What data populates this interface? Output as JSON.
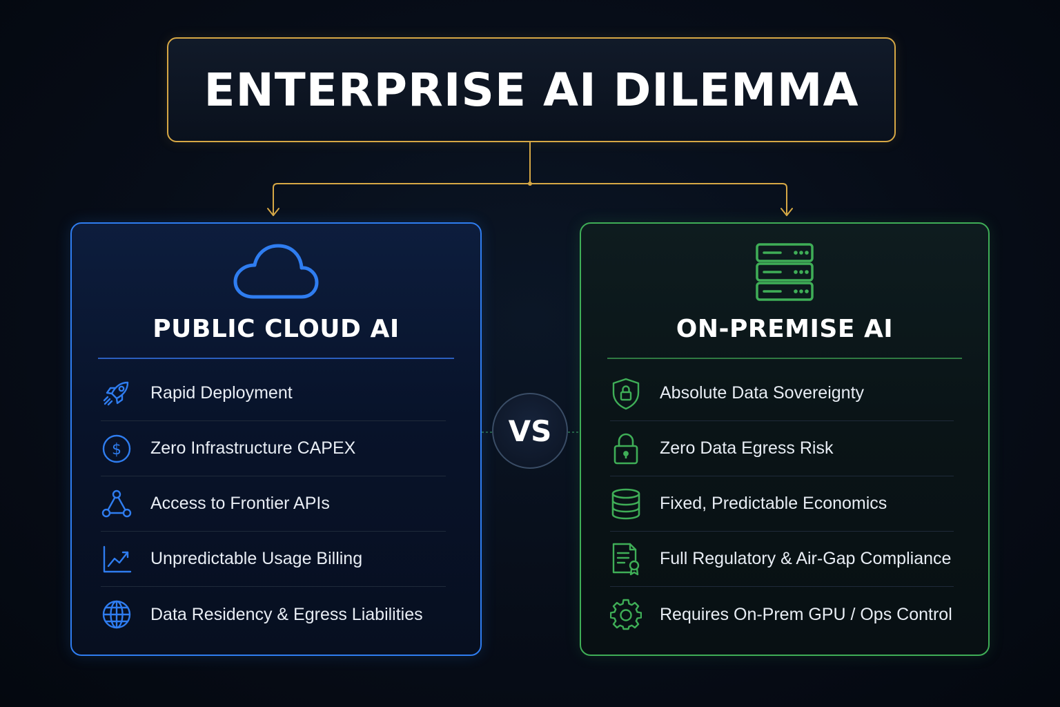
{
  "title": "ENTERPRISE AI DILEMMA",
  "vs_label": "VS",
  "colors": {
    "title_border": "#d7a845",
    "cloud_accent": "#2f7df0",
    "onprem_accent": "#3fae57",
    "background": "#050a14"
  },
  "left_panel": {
    "title": "PUBLIC CLOUD AI",
    "icon": "cloud-icon",
    "items": [
      {
        "label": "Rapid Deployment",
        "icon": "rocket-icon"
      },
      {
        "label": "Zero Infrastructure CAPEX",
        "icon": "dollar-circle-icon"
      },
      {
        "label": "Access to Frontier APIs",
        "icon": "network-nodes-icon"
      },
      {
        "label": "Unpredictable Usage Billing",
        "icon": "trend-chart-icon"
      },
      {
        "label": "Data Residency & Egress Liabilities",
        "icon": "globe-icon"
      }
    ]
  },
  "right_panel": {
    "title": "ON-PREMISE AI",
    "icon": "server-rack-icon",
    "items": [
      {
        "label": "Absolute Data Sovereignty",
        "icon": "shield-lock-icon"
      },
      {
        "label": "Zero Data Egress Risk",
        "icon": "padlock-icon"
      },
      {
        "label": "Fixed, Predictable Economics",
        "icon": "database-stack-icon"
      },
      {
        "label": "Full Regulatory & Air-Gap Compliance",
        "icon": "certificate-document-icon"
      },
      {
        "label": "Requires On-Prem GPU / Ops Control",
        "icon": "gear-icon"
      }
    ]
  }
}
